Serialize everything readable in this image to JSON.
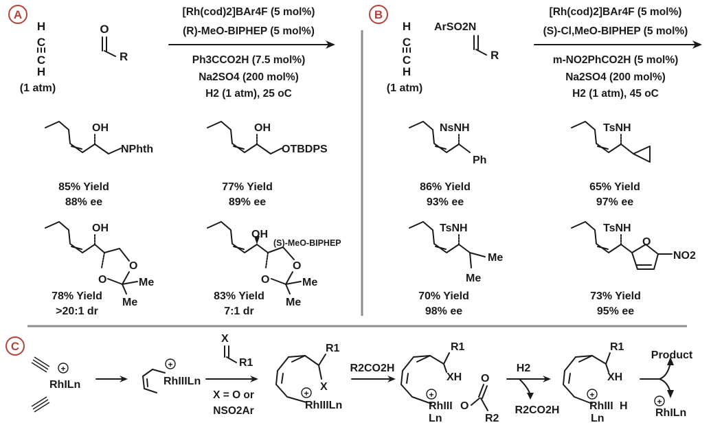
{
  "panels": {
    "a": {
      "badge": "A",
      "reagent1_atoms": [
        "H",
        "C",
        "C",
        "H"
      ],
      "reagent1_pressure": "(1 atm)",
      "reagent2_atoms": {
        "o": "O",
        "r": "R"
      },
      "conditions_above": [
        "[Rh(cod)2]BAr4F (5 mol%)",
        "(R)-MeO-BIPHEP (5 mol%)"
      ],
      "conditions_below": [
        "Ph3CCO2H (7.5 mol%)",
        "Na2SO4 (200 mol%)",
        "H2 (1 atm), 25 oC"
      ],
      "products": [
        {
          "group": "NPhth",
          "oh": "OH",
          "line1": "85% Yield",
          "line2": "88% ee"
        },
        {
          "group": "OTBDPS",
          "oh": "OH",
          "line1": "77% Yield",
          "line2": "89% ee"
        },
        {
          "oh": "OH",
          "o1": "O",
          "o2": "O",
          "me1": "Me",
          "me2": "Me",
          "line1": "78% Yield",
          "line2": ">20:1 dr"
        },
        {
          "oh": "OH",
          "o1": "O",
          "o2": "O",
          "me1": "Me",
          "me2": "Me",
          "note": "(S)-MeO-BIPHEP",
          "line1": "83% Yield",
          "line2": "7:1 dr"
        }
      ]
    },
    "b": {
      "badge": "B",
      "reagent1_atoms": [
        "H",
        "C",
        "C",
        "H"
      ],
      "reagent1_pressure": "(1 atm)",
      "reagent2_atoms": {
        "n": "ArSO2N",
        "r": "R"
      },
      "conditions_above": [
        "[Rh(cod)2]BAr4F (5 mol%)",
        "(S)-Cl,MeO-BIPHEP (5 mol%)"
      ],
      "conditions_below": [
        "m-NO2PhCO2H (5 mol%)",
        "Na2SO4 (200 mol%)",
        "H2 (1 atm), 45 oC"
      ],
      "products": [
        {
          "nh": "NsNH",
          "group": "Ph",
          "line1": "86% Yield",
          "line2": "93% ee"
        },
        {
          "nh": "TsNH",
          "line1": "65% Yield",
          "line2": "97% ee"
        },
        {
          "nh": "TsNH",
          "me1": "Me",
          "me2": "Me",
          "line1": "70% Yield",
          "line2": "98% ee"
        },
        {
          "nh": "TsNH",
          "o": "O",
          "no2": "NO2",
          "line1": "73% Yield",
          "line2": "95% ee"
        }
      ]
    },
    "c": {
      "badge": "C",
      "plus": "+",
      "species1": "RhILn",
      "species2": "RhIIILn",
      "reagent_x": {
        "x": "X",
        "r": "R1"
      },
      "x_def": [
        "X = O or",
        "NSO2Ar"
      ],
      "int1": {
        "r": "R1",
        "x": "X",
        "rh": "RhIIILn"
      },
      "acid": "R2CO2H",
      "int2": {
        "r": "R1",
        "xh": "XH",
        "rh": "RhIII",
        "o": "O",
        "ln": "Ln",
        "o2": "O",
        "r2": "R2"
      },
      "h2": "H2",
      "acid_out": "R2CO2H",
      "int3": {
        "r": "R1",
        "xh": "XH",
        "rh": "RhIII",
        "h": "H",
        "ln": "Ln"
      },
      "product": "Product",
      "regen": "RhILn"
    }
  },
  "colors": {
    "badge_ring": "#b5413b",
    "divider": "#8c8c8c",
    "ink": "#1a1a1a"
  }
}
